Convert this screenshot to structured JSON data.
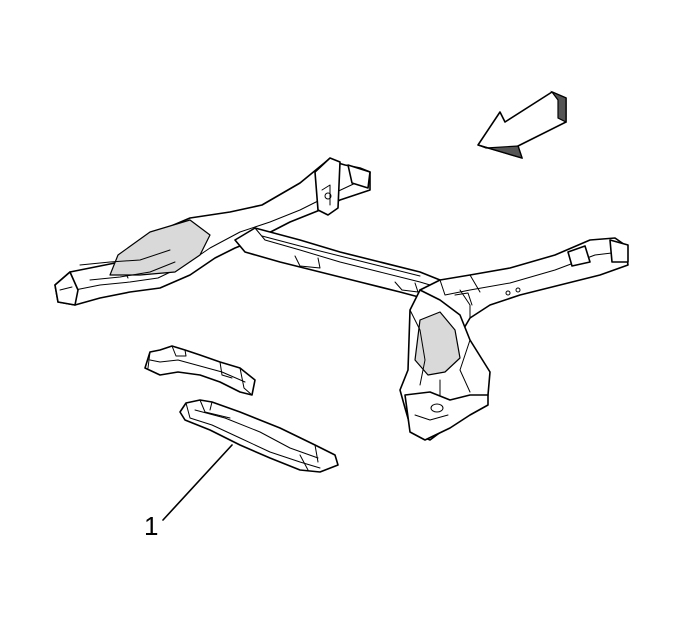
{
  "figure": {
    "callouts": [
      {
        "label": "1",
        "target": "crossmember-part"
      }
    ],
    "arrow": {
      "icon": "direction-arrow-icon",
      "points": "front-left"
    },
    "colors": {
      "line": "#000000",
      "background": "#ffffff",
      "shade": "#d9d9d9"
    }
  }
}
